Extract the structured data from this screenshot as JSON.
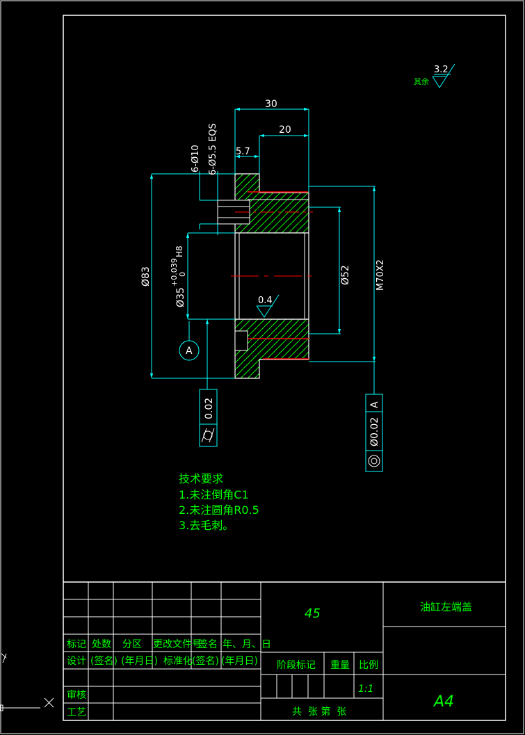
{
  "roughness": {
    "prefix": "其余",
    "value": "3.2"
  },
  "dimensions": {
    "width_total": "30",
    "width_inner": "20",
    "step": "5.7",
    "holes_a": "6-Ø10",
    "holes_b": "6-Ø5.5 EQS",
    "dia_83": "Ø83",
    "dia_35": "Ø35",
    "tol_upper": "+0.039",
    "tol_lower": "0",
    "fit": "H8",
    "dia_52": "Ø52",
    "thread": "M70X2",
    "finish": "0.4"
  },
  "datum": {
    "label": "A"
  },
  "tolerance_frames": {
    "left": {
      "value": "0.02"
    },
    "right": {
      "value": "Ø0.02",
      "datum": "A"
    }
  },
  "tech_requirements": {
    "title": "技术要求",
    "items": [
      "1.未注倒角C1",
      "2.未注圆角R0.5",
      "3.去毛刺。"
    ]
  },
  "title_block": {
    "material": "45",
    "part_name": "油缸左端盖",
    "sheet_size": "A4",
    "scale_value": "1:1",
    "row_mark": [
      "标记",
      "处数",
      "分区",
      "更改文件号",
      "签名",
      "年、月、日"
    ],
    "row_design": [
      "设计",
      "(签名)",
      "(年月日)",
      "标准化",
      "(签名)",
      "(年月日)"
    ],
    "review": "审核",
    "process": "工艺",
    "stage_mark": "阶段标记",
    "weight": "重量",
    "scale": "比例",
    "sheets": "共  张 第  张"
  }
}
